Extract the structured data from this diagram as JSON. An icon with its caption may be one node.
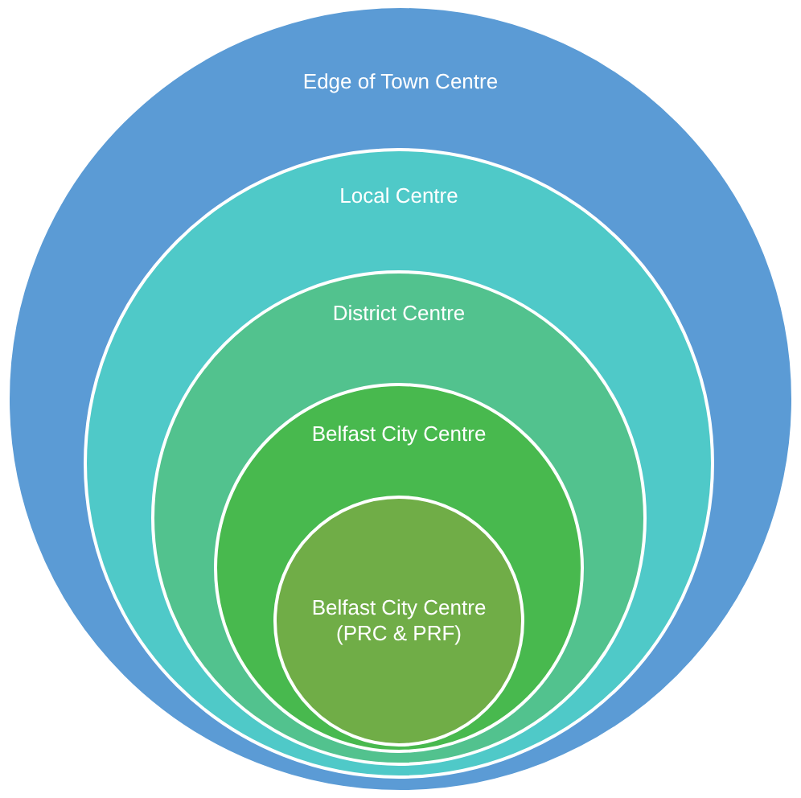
{
  "diagram": {
    "nodes": [
      {
        "text": [
          "Edge of Town Centre"
        ]
      },
      {
        "text": [
          "Local Centre"
        ],
        "in": 0
      },
      {
        "text": [
          "District Centre"
        ],
        "in": 1
      },
      {
        "text": [
          "Belfast City Centre"
        ],
        "in": 2
      },
      {
        "text": [
          "Belfast City Centre (PRC & PRF)"
        ],
        "in": 3
      }
    ],
    "edges": []
  }
}
